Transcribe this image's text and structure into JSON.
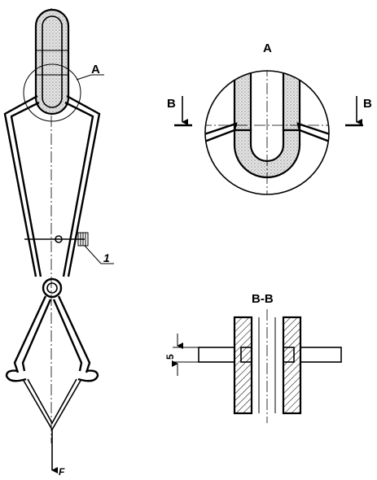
{
  "labels": {
    "detail_callout": "A",
    "detail_title": "A",
    "section_mark_left": "B",
    "section_mark_right": "B",
    "part_number": "1",
    "force": "F",
    "section_title": "B-B",
    "dimension": "5"
  }
}
